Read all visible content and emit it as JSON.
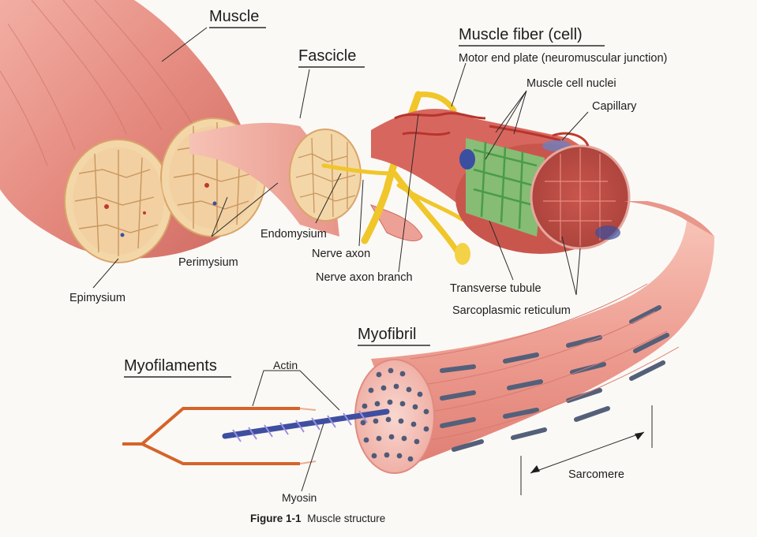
{
  "labels": {
    "muscle": "Muscle",
    "fascicle": "Fascicle",
    "muscle_fiber": "Muscle fiber (cell)",
    "motor_end_plate": "Motor end plate (neuromuscular junction)",
    "muscle_cell_nuclei": "Muscle cell nuclei",
    "capillary": "Capillary",
    "endomysium": "Endomysium",
    "perimysium": "Perimysium",
    "epimysium": "Epimysium",
    "nerve_axon": "Nerve axon",
    "nerve_axon_branch": "Nerve axon branch",
    "transverse_tubule": "Transverse tubule",
    "sarcoplasmic_reticulum": "Sarcoplasmic reticulum",
    "myofibril": "Myofibril",
    "myofilaments": "Myofilaments",
    "actin": "Actin",
    "myosin": "Myosin",
    "sarcomere": "Sarcomere"
  },
  "caption": {
    "figure_number": "Figure 1-1",
    "text": "Muscle structure"
  },
  "colors": {
    "muscle": "#e7897f",
    "muscle_dark": "#c9574f",
    "connective": "#f2d49a",
    "nerve": "#f0c62a",
    "reticulum": "#7fc87a",
    "myofibril_band": "#54607a",
    "myofilament_frame": "#d5642a",
    "myosin": "#3e4fa0"
  }
}
